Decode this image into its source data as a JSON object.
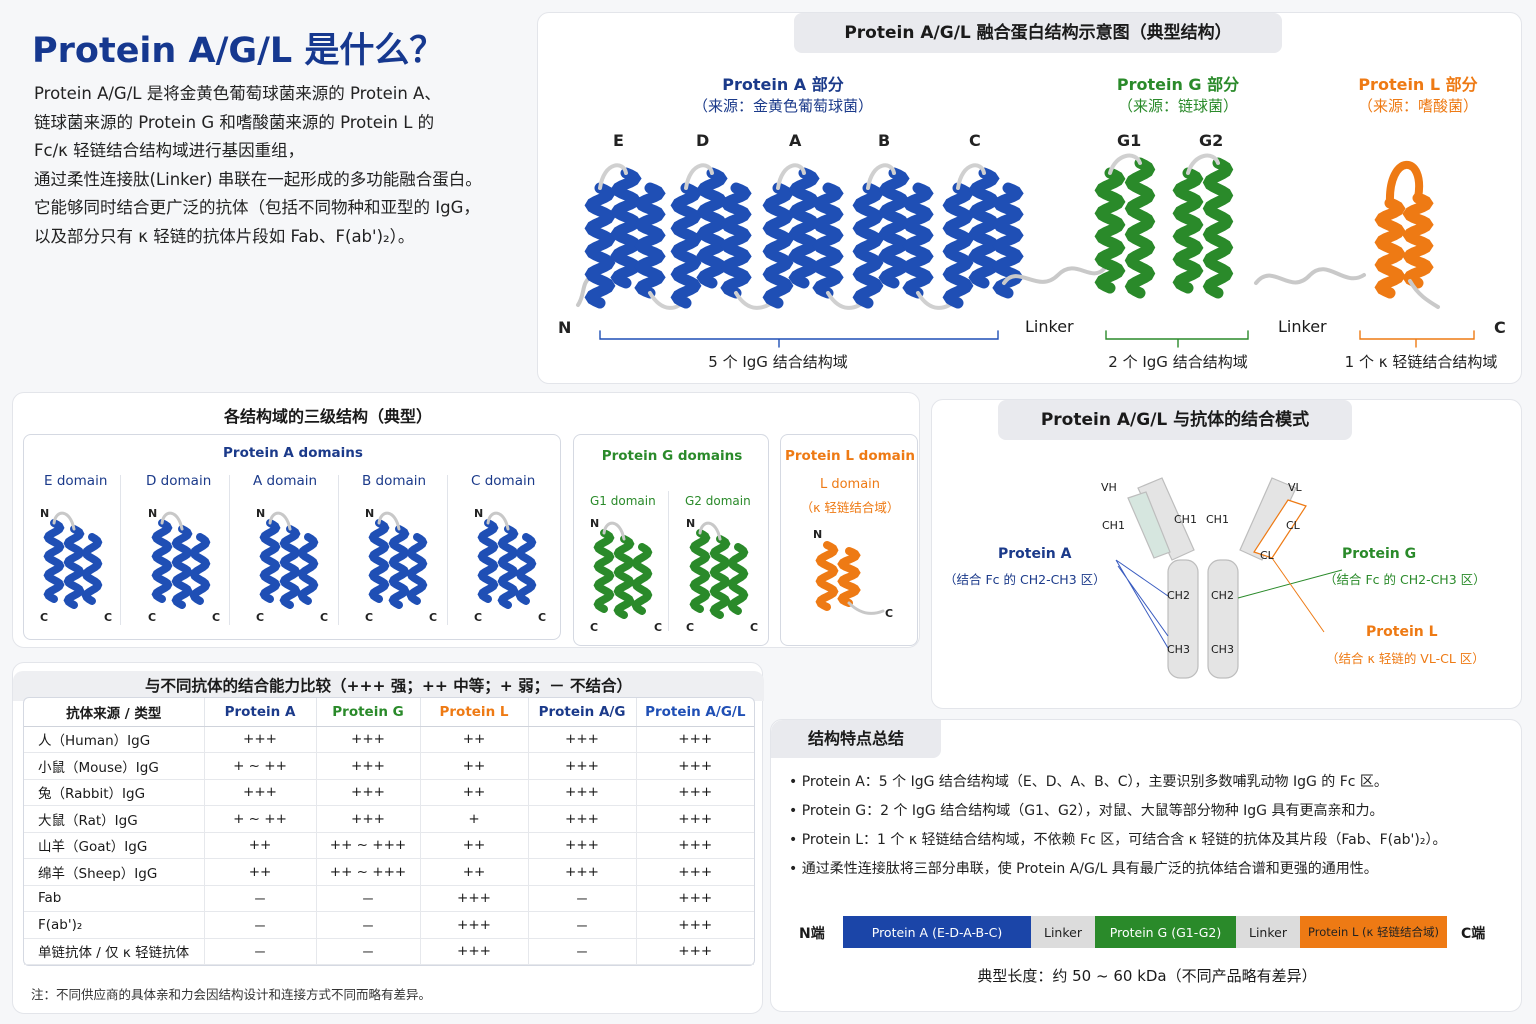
{
  "intro": {
    "title": "Protein A/G/L 是什么？",
    "lines": [
      "Protein A/G/L 是将金黄色葡萄球菌来源的 Protein A、",
      "链球菌来源的 Protein G 和嗜酸菌来源的 Protein L 的",
      "Fc/κ 轻链结合结构域进行基因重组，",
      "通过柔性连接肽(Linker) 串联在一起形成的多功能融合蛋白。",
      "它能够同时结合更广泛的抗体（包括不同物种和亚型的 IgG，",
      "以及部分只有 κ 轻链的抗体片段如 Fab、F(ab')₂）。"
    ]
  },
  "fusion": {
    "title": "Protein A/G/L 融合蛋白结构示意图（典型结构）",
    "protein_a": {
      "name": "Protein A 部分",
      "source": "（来源：金黄色葡萄球菌）",
      "domains": [
        "E",
        "D",
        "A",
        "B",
        "C"
      ],
      "bracket": "5 个 IgG 结合结构域"
    },
    "protein_g": {
      "name": "Protein G 部分",
      "source": "（来源：链球菌）",
      "domains": [
        "G1",
        "G2"
      ],
      "bracket": "2 个 IgG 结合结构域"
    },
    "protein_l": {
      "name": "Protein L 部分",
      "source": "（来源：嗜酸菌）",
      "bracket": "1 个 κ 轻链结合结构域"
    },
    "n_term": "N",
    "c_term": "C",
    "linker1": "Linker",
    "linker2": "Linker"
  },
  "tertiary": {
    "title": "各结构域的三级结构（典型）",
    "a_title": "Protein A domains",
    "a_domains": [
      "E domain",
      "D domain",
      "A domain",
      "B domain",
      "C domain"
    ],
    "g_title": "Protein G domains",
    "g_domains": [
      "G1 domain",
      "G2 domain"
    ],
    "l_title": "Protein L domain",
    "l_domain": "L domain",
    "l_sub": "（κ 轻链结合域）",
    "n": "N",
    "c": "C"
  },
  "binding": {
    "title": "Protein A/G/L 与抗体的结合模式",
    "vh": "VH",
    "vl": "VL",
    "ch1": "CH1",
    "cl": "CL",
    "ch2": "CH2",
    "ch3": "CH3",
    "protein_a": "Protein A",
    "protein_a_desc": "（结合 Fc 的 CH2-CH3 区）",
    "protein_g": "Protein G",
    "protein_g_desc": "（结合 Fc 的 CH2-CH3 区）",
    "protein_l": "Protein L",
    "protein_l_desc": "（结合 κ 轻链的 VL-CL 区）"
  },
  "table": {
    "title": "与不同抗体的结合能力比较（+++ 强；++ 中等；+ 弱；－ 不结合）",
    "headers": [
      "抗体来源 / 类型",
      "Protein A",
      "Protein G",
      "Protein L",
      "Protein A/G",
      "Protein A/G/L"
    ],
    "rows": [
      [
        "人（Human）IgG",
        "+++",
        "+++",
        "++",
        "+++",
        "+++"
      ],
      [
        "小鼠（Mouse）IgG",
        "+ ~ ++",
        "+++",
        "++",
        "+++",
        "+++"
      ],
      [
        "兔（Rabbit）IgG",
        "+++",
        "+++",
        "++",
        "+++",
        "+++"
      ],
      [
        "大鼠（Rat）IgG",
        "+ ~ ++",
        "+++",
        "+",
        "+++",
        "+++"
      ],
      [
        "山羊（Goat）IgG",
        "++",
        "++ ~ +++",
        "++",
        "+++",
        "+++"
      ],
      [
        "绵羊（Sheep）IgG",
        "++",
        "++ ~ +++",
        "++",
        "+++",
        "+++"
      ],
      [
        "Fab",
        "－",
        "－",
        "+++",
        "－",
        "+++"
      ],
      [
        "F(ab')₂",
        "－",
        "－",
        "+++",
        "－",
        "+++"
      ],
      [
        "单链抗体 / 仅 κ 轻链抗体",
        "－",
        "－",
        "+++",
        "－",
        "+++"
      ]
    ],
    "note": "注：不同供应商的具体亲和力会因结构设计和连接方式不同而略有差异。"
  },
  "summary": {
    "title": "结构特点总结",
    "bullets": [
      "• Protein A：5 个 IgG 结合结构域（E、D、A、B、C），主要识别多数哺乳动物 IgG 的 Fc 区。",
      "• Protein G：2 个 IgG 结合结构域（G1、G2），对鼠、大鼠等部分物种 IgG 具有更高亲和力。",
      "• Protein L：1 个 κ 轻链结合结构域，不依赖 Fc 区，可结合含 κ 轻链的抗体及其片段（Fab、F(ab')₂）。",
      "• 通过柔性连接肽将三部分串联，使 Protein A/G/L 具有最广泛的抗体结合谱和更强的通用性。"
    ],
    "n_end": "N端",
    "c_end": "C端",
    "segments": [
      "Protein A (E-D-A-B-C)",
      "Linker",
      "Protein G (G1-G2)",
      "Linker",
      "Protein L (κ 轻链结合域)"
    ],
    "length": "典型长度：约 50 ~ 60 kDa（不同产品略有差异）"
  },
  "colors": {
    "protein_a": "#1f4fb5",
    "protein_g": "#2a8a2a",
    "protein_l": "#ee7a14",
    "linker": "#d8d8d8"
  }
}
